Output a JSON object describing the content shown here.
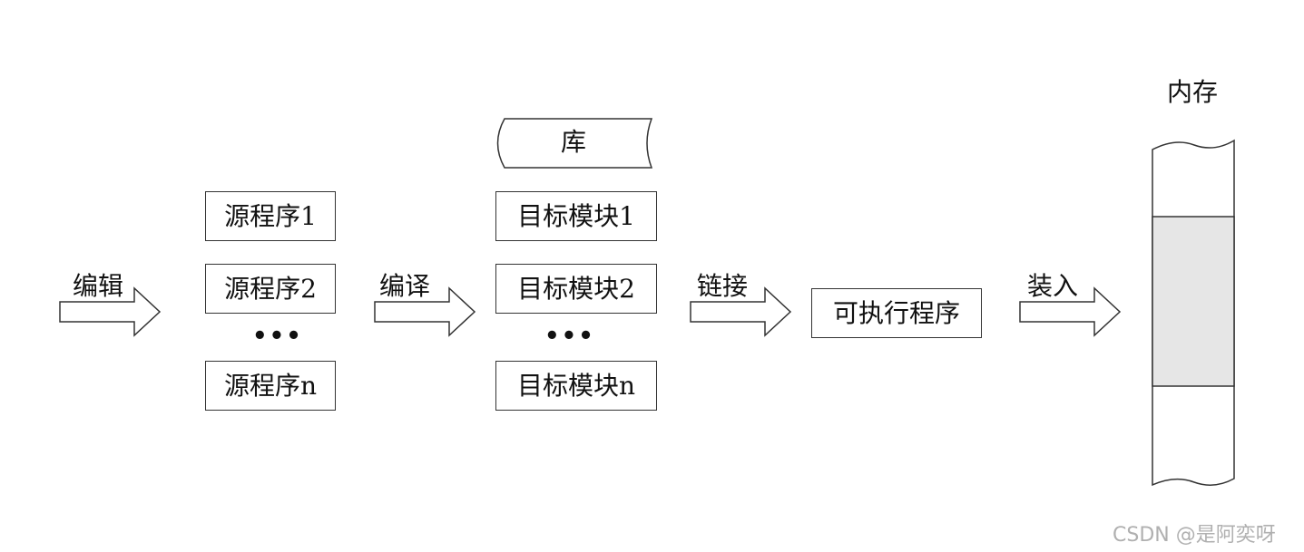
{
  "steps": {
    "edit": "编辑",
    "compile": "编译",
    "link": "链接",
    "load": "装入"
  },
  "sources": [
    "源程序1",
    "源程序2",
    "源程序n"
  ],
  "modules": [
    "目标模块1",
    "目标模块2",
    "目标模块n"
  ],
  "ellipsis": "•••",
  "library": "库",
  "executable": "可执行程序",
  "memory": {
    "title": "内存"
  },
  "watermark": "CSDN @是阿奕呀",
  "colors": {
    "stroke": "#333333",
    "memory_fill": "#e6e6e6"
  }
}
